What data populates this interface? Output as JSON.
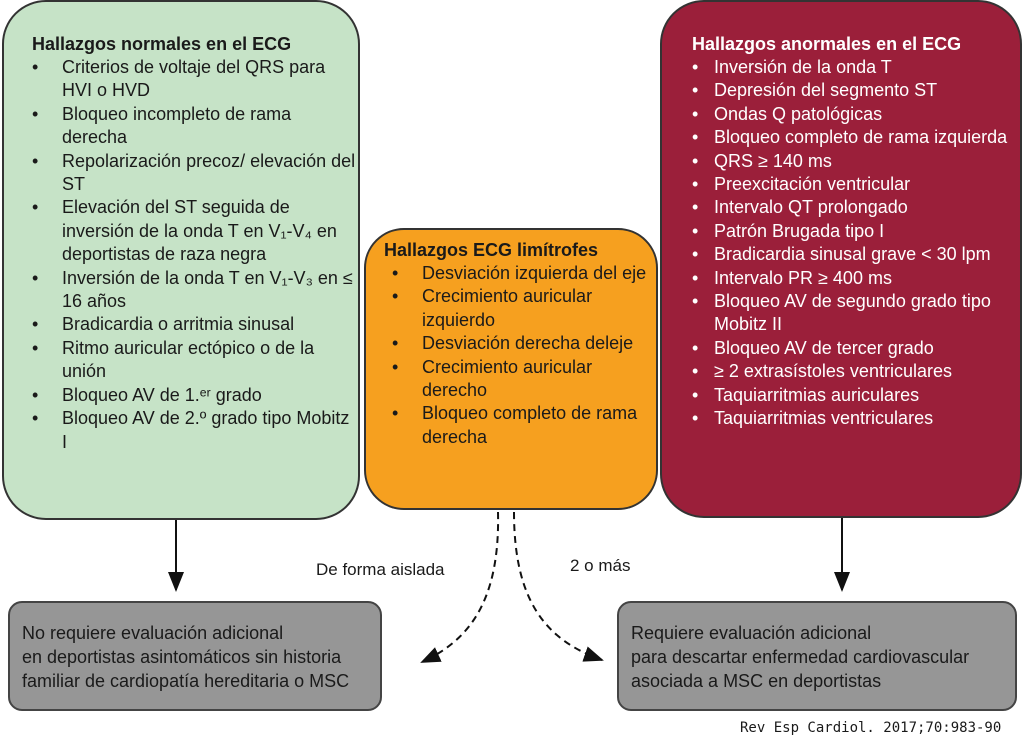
{
  "normal": {
    "title": "Hallazgos normales en el ECG",
    "items": [
      "Criterios de voltaje del QRS para HVI o HVD",
      "Bloqueo incompleto de rama derecha",
      "Repolarización precoz/ elevación del ST",
      "Elevación del ST seguida de inversión de la onda T en V₁-V₄ en deportistas de raza negra",
      "Inversión de la onda T en V₁-V₃ en ≤ 16 años",
      "Bradicardia o arritmia sinusal",
      "Ritmo auricular ectópico o de la unión",
      "Bloqueo AV de 1.ᵉʳ grado",
      "Bloqueo AV de 2.º grado tipo Mobitz I"
    ]
  },
  "borderline": {
    "title": "Hallazgos ECG limítrofes",
    "items": [
      "Desviación izquierda del eje",
      "Crecimiento auricular izquierdo",
      "Desviación derecha deleje",
      "Crecimiento auricular derecho",
      "Bloqueo completo de rama derecha"
    ]
  },
  "abnormal": {
    "title": "Hallazgos anormales en el ECG",
    "items": [
      "Inversión de la onda T",
      "Depresión del segmento ST",
      "Ondas Q patológicas",
      "Bloqueo completo de rama izquierda",
      "QRS ≥ 140 ms",
      "Preexcitación ventricular",
      "Intervalo QT prolongado",
      "Patrón Brugada tipo I",
      "Bradicardia sinusal grave < 30 lpm",
      "Intervalo PR ≥ 400 ms",
      "Bloqueo AV de segundo grado tipo Mobitz II",
      "Bloqueo AV de tercer grado",
      "≥ 2 extrasístoles ventriculares",
      "Taquiarritmias auriculares",
      "Taquiarritmias ventriculares"
    ]
  },
  "labels": {
    "isolated": "De forma aislada",
    "two_or_more": "2 o más"
  },
  "outcomes": {
    "left": [
      "No requiere evaluación adicional",
      "en deportistas asintomáticos sin historia",
      "familiar de cardiopatía hereditaria o MSC"
    ],
    "right": [
      "Requiere evaluación adicional",
      "para descartar enfermedad cardiovascular",
      "asociada a MSC en deportistas"
    ]
  },
  "citation": "Rev Esp Cardiol. 2017;70:983-90",
  "colors": {
    "normal": "#c6e3c7",
    "borderline": "#f6a01f",
    "abnormal": "#9b1f3a",
    "outcome": "#969696"
  }
}
